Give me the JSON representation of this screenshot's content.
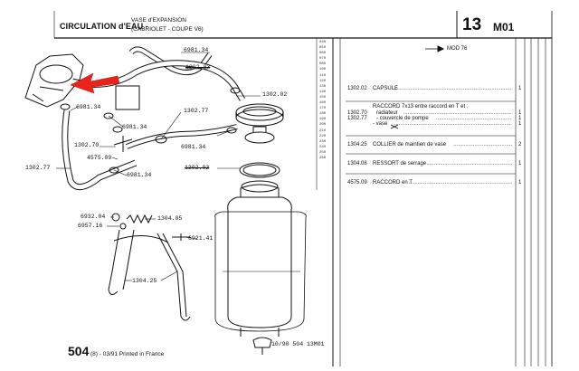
{
  "header": {
    "title": "CIRCULATION d'EAU -",
    "subtitle_line1": "VASE d'EXPANSION",
    "subtitle_line2": "(CABRIOLET - COUPE V6)",
    "page_number": "13",
    "section_code": "M01"
  },
  "mod_note": "MOD 76",
  "diagram_labels": {
    "p6981_34_top": "6981.34",
    "p1302_03_top": "1302.03",
    "p1302_02": "1302.02",
    "p6981_34_a": "6981.34",
    "p6981_34_b": "6981.34",
    "p1302_77_mid": "1302.77",
    "p1302_70": "1302.70",
    "p4575_09": "4575.09",
    "p6981_34_c": "6981.34",
    "p1302_77_left": "1302.77",
    "p6981_34_d": "6981.34",
    "p1302_03_mid": "1302.03",
    "p6932_04": "6932.04",
    "p6957_16": "6957.16",
    "p1304_05": "1304.05",
    "p6921_41": "6921.41",
    "p1304_25": "1304.25",
    "drawing_ref": "10/90  504  13M01"
  },
  "page_index": [
    "040",
    "050",
    "060",
    "070",
    "080",
    "100",
    "110",
    "120",
    "130",
    "140",
    "150",
    "160",
    "170",
    "180",
    "190",
    "200",
    "210",
    "220",
    "230",
    "240",
    "250",
    "260"
  ],
  "legend": [
    {
      "ref": "1302.02",
      "text": "CAPSULE",
      "qty": "1"
    },
    {
      "ref": "",
      "text": "RACCORD 7x13 entre raccord en T et :",
      "qty": ""
    },
    {
      "ref": "1302.70",
      "text": "radiateur",
      "qty": "1"
    },
    {
      "ref": "1302.77",
      "text": "- couvercle de pompe",
      "qty": "1"
    },
    {
      "ref": "",
      "text": "- vase",
      "qty": "1"
    },
    {
      "ref": "1304.25",
      "text": "COLLIER de maintien de vase",
      "qty": "2"
    },
    {
      "ref": "1304.08",
      "text": "RESSORT de serrage",
      "qty": "1"
    },
    {
      "ref": "4575.09",
      "text": "RACCORD en T",
      "qty": "1"
    }
  ],
  "footer": {
    "model": "504",
    "edition": "(8) - 03/91 Printed in France"
  },
  "colors": {
    "arrow": "#e8231c",
    "ink": "#111111"
  }
}
